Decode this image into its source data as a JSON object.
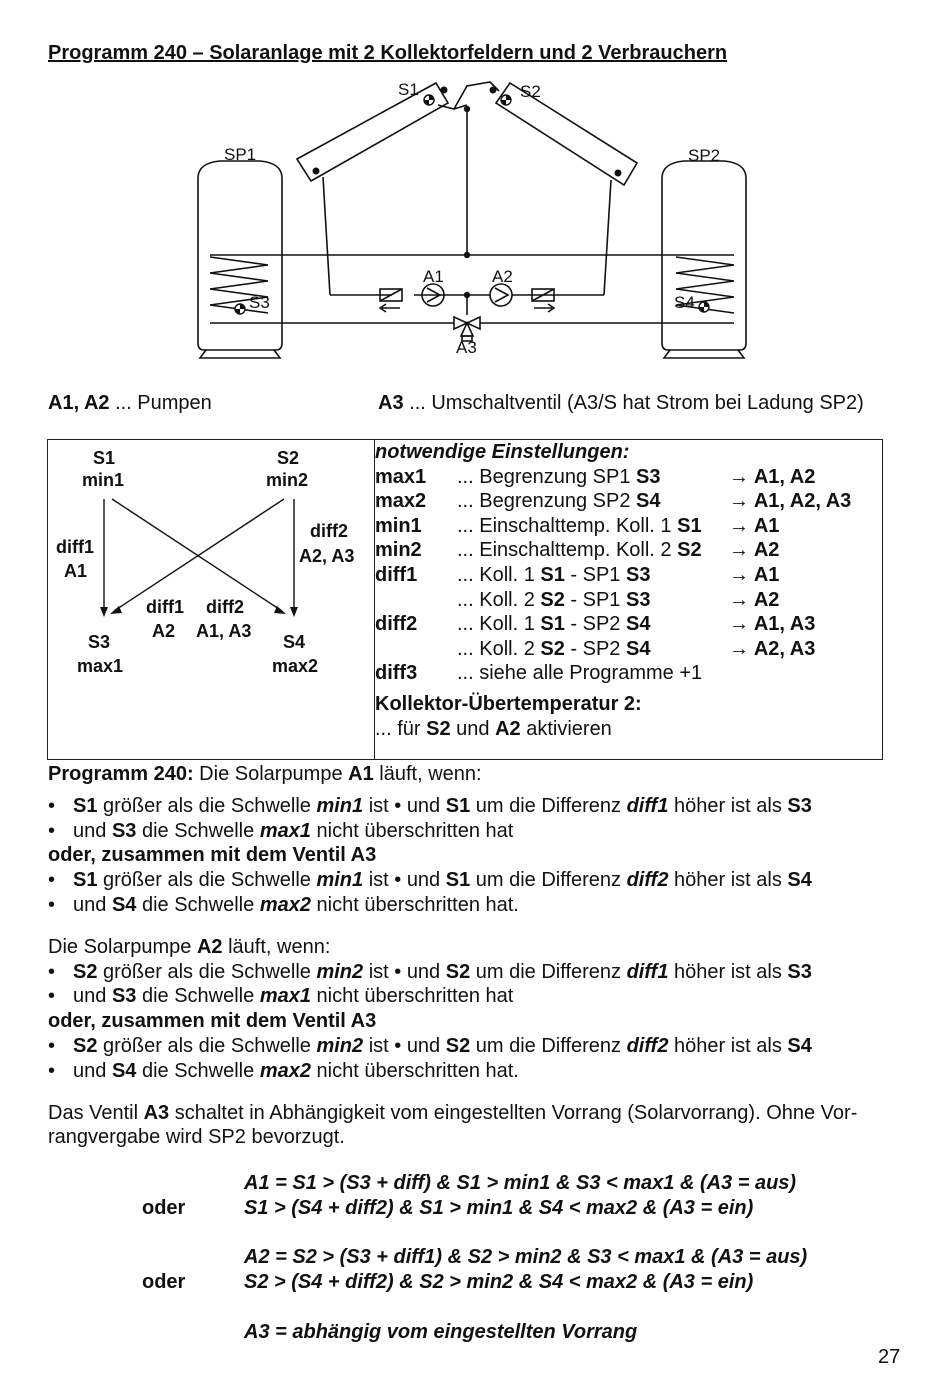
{
  "title": "Programm 240 – Solaranlage mit 2 Kollektorfeldern und 2 Verbrauchern",
  "diagram": {
    "s1": "S1",
    "s2": "S2",
    "sp1": "SP1",
    "sp2": "SP2",
    "s3": "S3",
    "s4": "S4",
    "a1": "A1",
    "a2": "A2",
    "a3": "A3"
  },
  "legend": {
    "left_bold": "A1, A2",
    "left_text": " ... Pumpen",
    "right_bold": "A3",
    "right_text": " ... Umschaltventil (A3/S hat Strom bei Ladung SP2)"
  },
  "crossdiagram": {
    "s1": "S1",
    "min1": "min1",
    "s2": "S2",
    "min2": "min2",
    "diff1_left": "diff1",
    "a1_left": "A1",
    "diff2_right": "diff2",
    "a2a3_right": "A2, A3",
    "diff1_mid": "diff1",
    "a2_mid": "A2",
    "diff2_mid": "diff2",
    "a1a3_mid": "A1, A3",
    "s3": "S3",
    "max1": "max1",
    "s4": "S4",
    "max2": "max2"
  },
  "settings": {
    "heading": "notwendige Einstellungen:",
    "rows": [
      {
        "key": "max1",
        "text": "... Begrenzung SP1 ",
        "sensor": "S3",
        "target": "→ A1, A2"
      },
      {
        "key": "max2",
        "text": "... Begrenzung SP2 ",
        "sensor": "S4",
        "target": "→ A1, A2, A3"
      },
      {
        "key": "min1",
        "text": "... Einschalttemp. Koll. 1 ",
        "sensor": "S1",
        "target": "→ A1"
      },
      {
        "key": "min2",
        "text": "... Einschalttemp. Koll. 2 ",
        "sensor": "S2",
        "target": "→ A2"
      },
      {
        "key": "diff1",
        "text": "... Koll. 1 ",
        "sensor": "S1",
        "text2": " - SP1 ",
        "sensor2": "S3",
        "target": "→ A1"
      },
      {
        "key": "",
        "text": "... Koll. 2 ",
        "sensor": "S2",
        "text2": " - SP1 ",
        "sensor2": "S3",
        "target": "→ A2"
      },
      {
        "key": "diff2",
        "text": "... Koll. 1 ",
        "sensor": "S1",
        "text2": " - SP2 ",
        "sensor2": "S4",
        "target": "→ A1, A3"
      },
      {
        "key": "",
        "text": "... Koll. 2 ",
        "sensor": "S2",
        "text2": " - SP2 ",
        "sensor2": "S4",
        "target": "→ A2, A3"
      },
      {
        "key": "diff3",
        "text": "... siehe alle Programme +1",
        "sensor": "",
        "target": ""
      }
    ],
    "kollektor_heading": "Kollektor-Übertemperatur 2:",
    "kollektor_pre": "... für ",
    "kollektor_s2": "S2",
    "kollektor_mid": " und ",
    "kollektor_a2": "A2",
    "kollektor_post": " aktivieren"
  },
  "text": {
    "p1_bold": "Programm 240:",
    "p1_pre": " Die Solarpumpe ",
    "p1_a1": "A1",
    "p1_post": " läuft, wenn:",
    "oder_ventil": "oder, zusammen mit dem Ventil A3",
    "p2_pre": "Die Solarpumpe ",
    "p2_a2": "A2",
    "p2_post": " läuft, wenn:",
    "p3_line1_pre": "Das Ventil ",
    "p3_a3": "A3",
    "p3_line1_post": " schaltet in Abhängigkeit vom eingestellten Vorrang (Solarvorrang). Ohne Vor-",
    "p3_line2": "rangvergabe wird SP2 bevorzugt."
  },
  "formulas": {
    "f1": "A1 = S1 > (S3 + diff) & S1 > min1 & S3 < max1 & (A3 = aus)",
    "f2": "S1 > (S4 + diff2) & S1 > min1 & S4 < max2 & (A3 = ein)",
    "f3": "A2 = S2 > (S3 + diff1) & S2 > min2 & S3 < max1 & (A3 = aus)",
    "f4": "S2 > (S4 + diff2) & S2 > min2 & S4 < max2 & (A3 = ein)",
    "f5": "A3 = abhängig vom eingestellten Vorrang",
    "oder": "oder"
  },
  "page_number": "27"
}
